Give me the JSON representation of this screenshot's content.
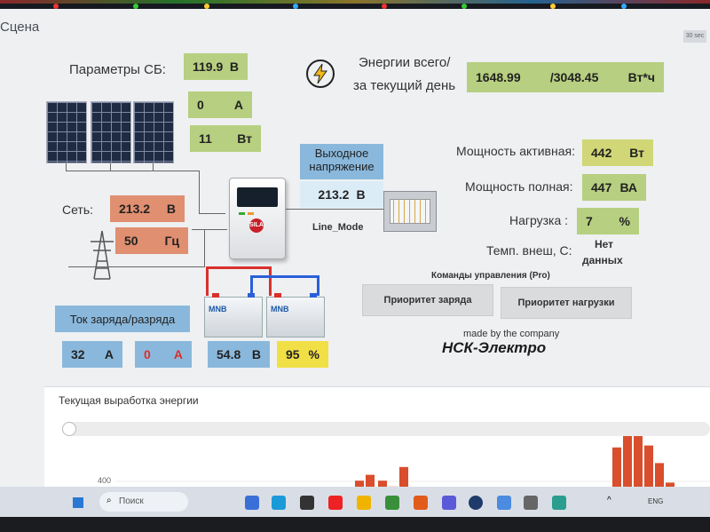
{
  "window": {
    "title": "Сцена",
    "badge": "30 sec"
  },
  "solar": {
    "label": "Параметры СБ:",
    "voltage": {
      "value": "119.9",
      "unit": "В"
    },
    "current": {
      "value": "0",
      "unit": "А"
    },
    "power": {
      "value": "11",
      "unit": "Вт"
    }
  },
  "energy": {
    "label_line1": "Энергии всего/",
    "label_line2": "за текущий день",
    "total": "1648.99",
    "today": "/3048.45",
    "unit": "Вт*ч"
  },
  "output": {
    "label_line1": "Выходное",
    "label_line2": "напряжение",
    "value": "213.2",
    "unit": "В",
    "mode": "Line_Mode"
  },
  "grid": {
    "label": "Сеть:",
    "voltage": {
      "value": "213.2",
      "unit": "В"
    },
    "frequency": {
      "value": "50",
      "unit": "Гц"
    }
  },
  "load": {
    "active_label": "Мощность активная:",
    "active_value": "442",
    "active_unit": "Вт",
    "full_label": "Мощность полная:",
    "full_value": "447",
    "full_unit": "ВА",
    "load_label": "Нагрузка :",
    "load_value": "7",
    "load_unit": "%",
    "temp_label": "Темп. внеш, С:",
    "temp_value_line1": "Нет",
    "temp_value_line2": "данных"
  },
  "commands": {
    "title": "Команды управления (Pro)",
    "charge_priority": "Приоритет заряда",
    "load_priority": "Приоритет нагрузки"
  },
  "battery": {
    "label": "Ток заряда/разряда",
    "charge_current": {
      "value": "32",
      "unit": "А"
    },
    "discharge_current": {
      "value": "0",
      "unit": "А"
    },
    "voltage": {
      "value": "54.8",
      "unit": "В"
    },
    "soc": {
      "value": "95",
      "unit": "%"
    },
    "brand": "MNB"
  },
  "branding": {
    "made_by": "made by the company",
    "company": "НСК-Электро"
  },
  "chart_data": {
    "type": "bar",
    "title": "Текущая выработка энергии",
    "y_ticks": [
      "400"
    ],
    "ylim_visible_min": 400,
    "groups_description_values_visible_only_above_400": true,
    "values": [
      430,
      470,
      500,
      470,
      440,
      540,
      640,
      700,
      720,
      650,
      560,
      460
    ]
  },
  "taskbar": {
    "search_placeholder": "Поиск",
    "lang": "ENG"
  },
  "colors": {
    "green": "#b7cf80",
    "orange": "#e08f70",
    "blue": "#8ab8dc",
    "yellow": "#f1df46",
    "bar": "#d94e2c"
  }
}
